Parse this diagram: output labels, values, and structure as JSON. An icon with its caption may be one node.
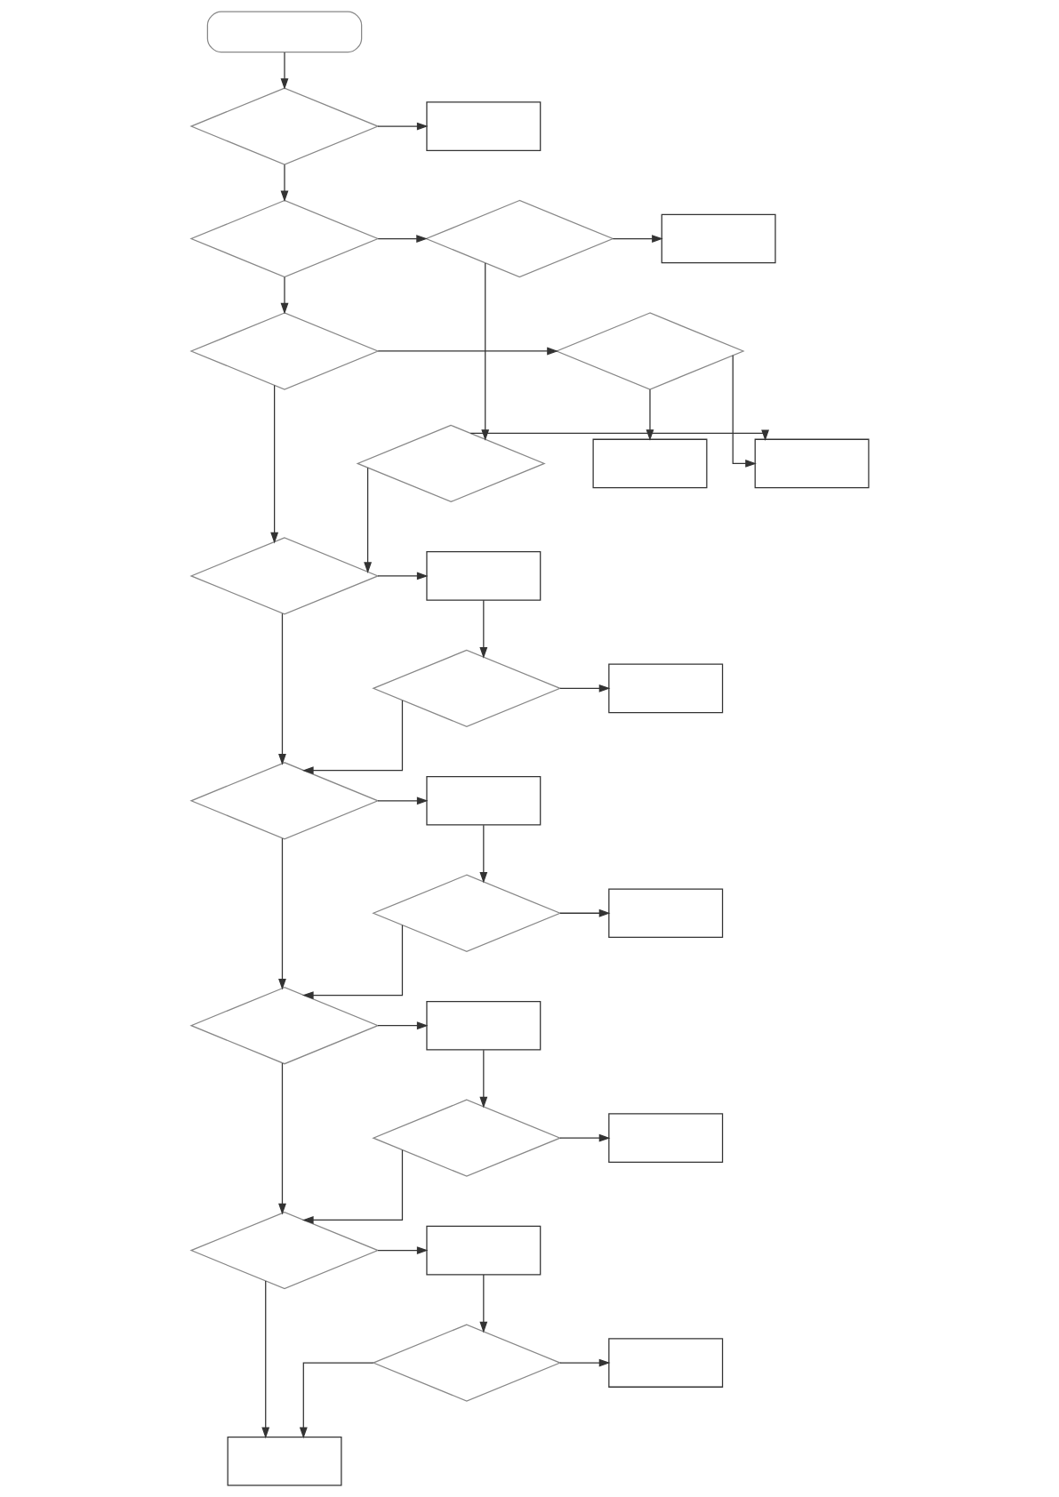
{
  "diagram": {
    "nodes": [
      {
        "text": [],
        "shape": "stadium"
      },
      {
        "text": [],
        "shape": "diamond"
      },
      {
        "text": [],
        "shape": "box"
      },
      {
        "text": [],
        "shape": "diamond"
      },
      {
        "text": [],
        "shape": "diamond"
      },
      {
        "text": [],
        "shape": "box"
      },
      {
        "text": [],
        "shape": "box"
      },
      {
        "text": [],
        "shape": "diamond"
      },
      {
        "text": [],
        "shape": "diamond"
      },
      {
        "text": [],
        "shape": "diamond"
      },
      {
        "text": [],
        "shape": "box"
      },
      {
        "text": [],
        "shape": "diamond"
      },
      {
        "text": [],
        "shape": "box"
      },
      {
        "text": [],
        "shape": "diamond"
      },
      {
        "text": [],
        "shape": "box"
      },
      {
        "text": [],
        "shape": "diamond"
      },
      {
        "text": [],
        "shape": "box"
      },
      {
        "text": [],
        "shape": "diamond"
      },
      {
        "text": [],
        "shape": "box"
      },
      {
        "text": [],
        "shape": "diamond"
      },
      {
        "text": [],
        "shape": "box"
      },
      {
        "text": [],
        "shape": "diamond"
      },
      {
        "text": [],
        "shape": "box"
      },
      {
        "text": [],
        "shape": "diamond"
      },
      {
        "text": [],
        "shape": "box"
      },
      {
        "text": [],
        "shape": "diamond"
      },
      {
        "text": [],
        "shape": "box"
      },
      {
        "text": [],
        "shape": "box"
      }
    ],
    "edges": [
      {
        "from": 0,
        "to": 1,
        "arrow": "to"
      },
      {
        "from": 1,
        "to": 2,
        "arrow": "to"
      },
      {
        "from": 1,
        "to": 3,
        "arrow": "to"
      },
      {
        "from": 3,
        "to": 4,
        "arrow": "to"
      },
      {
        "from": 4,
        "to": 5,
        "arrow": "to"
      },
      {
        "from": 4,
        "to": 9,
        "arrow": "to"
      },
      {
        "from": 3,
        "to": 7,
        "arrow": "to"
      },
      {
        "from": 7,
        "to": 8,
        "arrow": "to"
      },
      {
        "from": 8,
        "to": 6,
        "arrow": "to"
      },
      {
        "from": 8,
        "to": 10,
        "arrow": "to"
      },
      {
        "from": 9,
        "to": 10,
        "arrow": "to"
      },
      {
        "from": 9,
        "to": 11,
        "arrow": "to"
      },
      {
        "from": 7,
        "to": 11,
        "arrow": "to"
      },
      {
        "from": 11,
        "to": 12,
        "arrow": "to"
      },
      {
        "from": 12,
        "to": 13,
        "arrow": "to"
      },
      {
        "from": 13,
        "to": 15,
        "arrow": "to"
      },
      {
        "from": 11,
        "to": 15,
        "arrow": "to"
      },
      {
        "from": 13,
        "to": 14,
        "arrow": "to"
      },
      {
        "from": 15,
        "to": 16,
        "arrow": "to"
      },
      {
        "from": 16,
        "to": 17,
        "arrow": "to"
      },
      {
        "from": 17,
        "to": 19,
        "arrow": "to"
      },
      {
        "from": 15,
        "to": 19,
        "arrow": "to"
      },
      {
        "from": 17,
        "to": 18,
        "arrow": "to"
      },
      {
        "from": 19,
        "to": 20,
        "arrow": "to"
      },
      {
        "from": 20,
        "to": 21,
        "arrow": "to"
      },
      {
        "from": 21,
        "to": 23,
        "arrow": "to"
      },
      {
        "from": 19,
        "to": 23,
        "arrow": "to"
      },
      {
        "from": 21,
        "to": 22,
        "arrow": "to"
      },
      {
        "from": 23,
        "to": 24,
        "arrow": "to"
      },
      {
        "from": 24,
        "to": 25,
        "arrow": "to"
      },
      {
        "from": 25,
        "to": 27,
        "arrow": "to"
      },
      {
        "from": 23,
        "to": 27,
        "arrow": "to"
      },
      {
        "from": 25,
        "to": 26,
        "arrow": "to"
      }
    ]
  }
}
